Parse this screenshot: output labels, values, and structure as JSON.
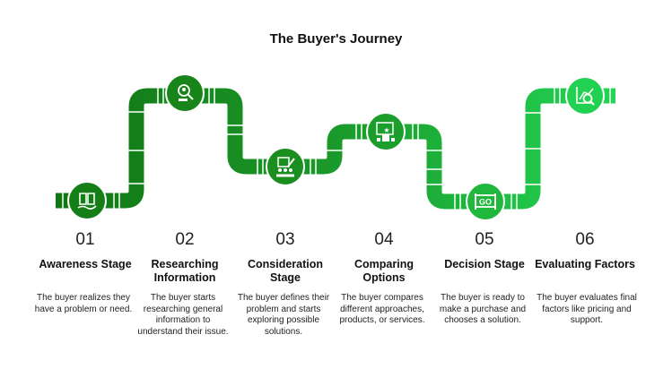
{
  "title": "The Buyer's Journey",
  "colors": {
    "pipe_start": "#127512",
    "pipe_end": "#22d655",
    "coupling": "#ffffff"
  },
  "stages": [
    {
      "number": "01",
      "title": "Awareness Stage",
      "description": "The buyer realizes they have a problem or need.",
      "icon": "open-book-hand-icon"
    },
    {
      "number": "02",
      "title": "Researching Information",
      "description": "The buyer starts researching general information to understand their issue.",
      "icon": "person-search-icon"
    },
    {
      "number": "03",
      "title": "Consideration Stage",
      "description": "The buyer defines their problem and starts exploring possible solutions.",
      "icon": "checklist-group-icon"
    },
    {
      "number": "04",
      "title": "Comparing Options",
      "description": "The buyer compares different approaches, products, or services.",
      "icon": "ranking-window-icon"
    },
    {
      "number": "05",
      "title": "Decision Stage",
      "description": "The buyer is ready to make a purchase and chooses a solution.",
      "icon": "go-sign-icon"
    },
    {
      "number": "06",
      "title": "Evaluating Factors",
      "description": "The buyer evaluates final factors like pricing and support.",
      "icon": "chart-analysis-icon"
    }
  ]
}
